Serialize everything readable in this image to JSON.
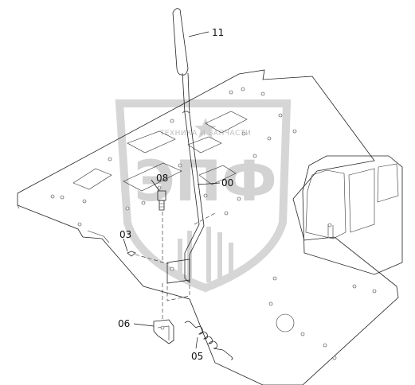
{
  "diagram": {
    "parts": [
      {
        "id": "handle",
        "label": "11"
      },
      {
        "id": "lever",
        "label": "00"
      },
      {
        "id": "bolt",
        "label": "08"
      },
      {
        "id": "pin",
        "label": "03"
      },
      {
        "id": "bracket",
        "label": "06"
      },
      {
        "id": "spring",
        "label": "05"
      }
    ]
  },
  "watermark": {
    "tagline": "ТЕХНИКА И ЗАПЧАСТИ",
    "logo": "ЭПФ"
  },
  "colors": {
    "line": "#222222",
    "watermark": "#c8c8c8",
    "background": "#ffffff"
  }
}
